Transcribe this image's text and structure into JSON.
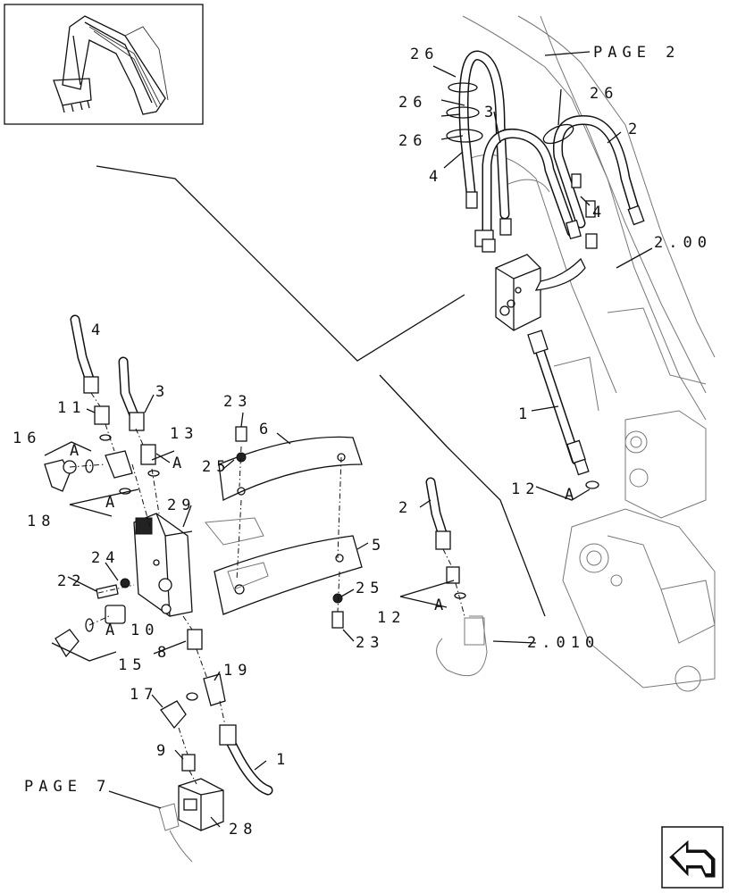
{
  "callouts": {
    "c1a": "1",
    "c1b": "1",
    "c2a": "2",
    "c2b": "2",
    "c3a": "3",
    "c3b": "3",
    "c4a": "4",
    "c4b": "4",
    "c4c": "4",
    "c5": "5",
    "c6": "6",
    "c8": "8",
    "c9": "9",
    "c10": "10",
    "c11": "11",
    "c12a": "12",
    "c12b": "12",
    "c13": "13",
    "c15": "15",
    "c16": "16",
    "c17": "17",
    "c18": "18",
    "c19": "19",
    "c22": "22",
    "c23a": "23",
    "c23b": "23",
    "c24": "24",
    "c25a": "25",
    "c25b": "25",
    "c26a": "26",
    "c26b": "26",
    "c26c": "26",
    "c26d": "26",
    "c28": "28",
    "c29": "29",
    "ref_page2": "PAGE 2",
    "ref_page7": "PAGE 7",
    "ref_200": "2.00",
    "ref_2010": "2.010",
    "detail_a": "A"
  },
  "icons": {
    "thumbnail": "excavator-boom-thumbnail",
    "nav": "return-arrow-icon"
  }
}
